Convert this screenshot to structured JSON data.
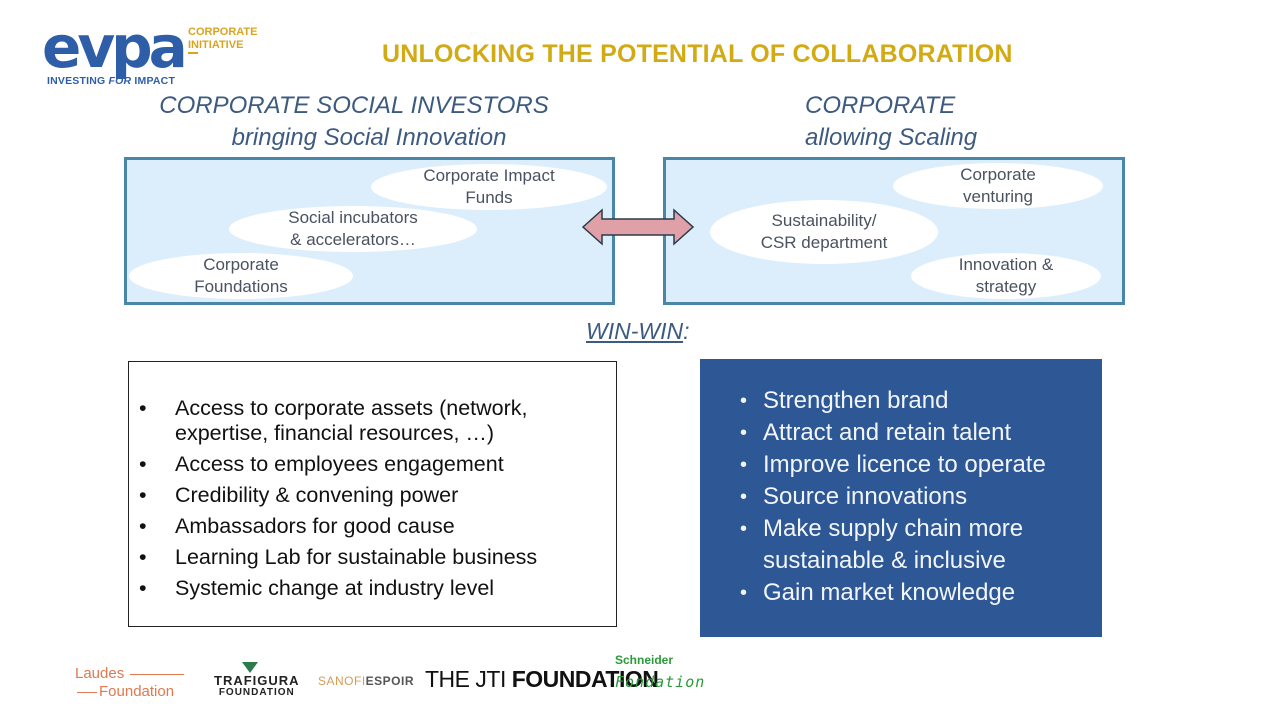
{
  "logo": {
    "wordmark": "evpa",
    "corporate_line1": "CORPORATE",
    "corporate_line2": "INITIATIVE",
    "tagline_a": "INVESTING ",
    "tagline_b": "FOR",
    "tagline_c": " IMPACT"
  },
  "title": "UNLOCKING THE POTENTIAL OF COLLABORATION",
  "left_column": {
    "heading_line1": "CORPORATE SOCIAL INVESTORS",
    "heading_line2": "bringing Social Innovation",
    "ellipses": [
      {
        "line1": "Corporate Impact",
        "line2": "Funds"
      },
      {
        "line1": "Social incubators",
        "line2": "& accelerators…"
      },
      {
        "line1": "Corporate",
        "line2": "Foundations"
      }
    ]
  },
  "right_column": {
    "heading_line1": "CORPORATE",
    "heading_line2": "allowing Scaling",
    "ellipses": [
      {
        "line1": "Corporate",
        "line2": "venturing"
      },
      {
        "line1": "Sustainability/",
        "line2": "CSR department"
      },
      {
        "line1": "Innovation &",
        "line2": "strategy"
      }
    ]
  },
  "winwin": {
    "label": "WIN-WIN",
    "colon": ":"
  },
  "left_benefits": [
    "Access to corporate assets (network, expertise, financial resources, …)",
    "Access to employees engagement",
    "Credibility & convening power",
    "Ambassadors for good cause",
    "Learning Lab for sustainable business",
    "Systemic change at industry level"
  ],
  "right_benefits": [
    "Strengthen brand",
    "Attract and retain talent",
    "Improve licence to operate",
    "Source innovations",
    "Make supply chain more sustainable & inclusive",
    "Gain market knowledge"
  ],
  "partners": {
    "laudes_line1": "Laudes",
    "laudes_line2": "Foundation",
    "trafigura_name": "TRAFIGURA",
    "trafigura_sub": "FOUNDATION",
    "sanofi_a": "SANOFI",
    "sanofi_b": "ESPOIR",
    "jti_a": "THE JTI ",
    "jti_b": "FOUNDATION",
    "schneider_line1": "Schneider",
    "schneider_line2": "Fondation"
  },
  "colors": {
    "brand_blue": "#2f5ea8",
    "title_gold": "#d2aa13",
    "panel_fill": "#dceefb",
    "panel_border": "#4a86a8",
    "right_box": "#2d5795",
    "arrow_fill": "#e0a0a8"
  }
}
